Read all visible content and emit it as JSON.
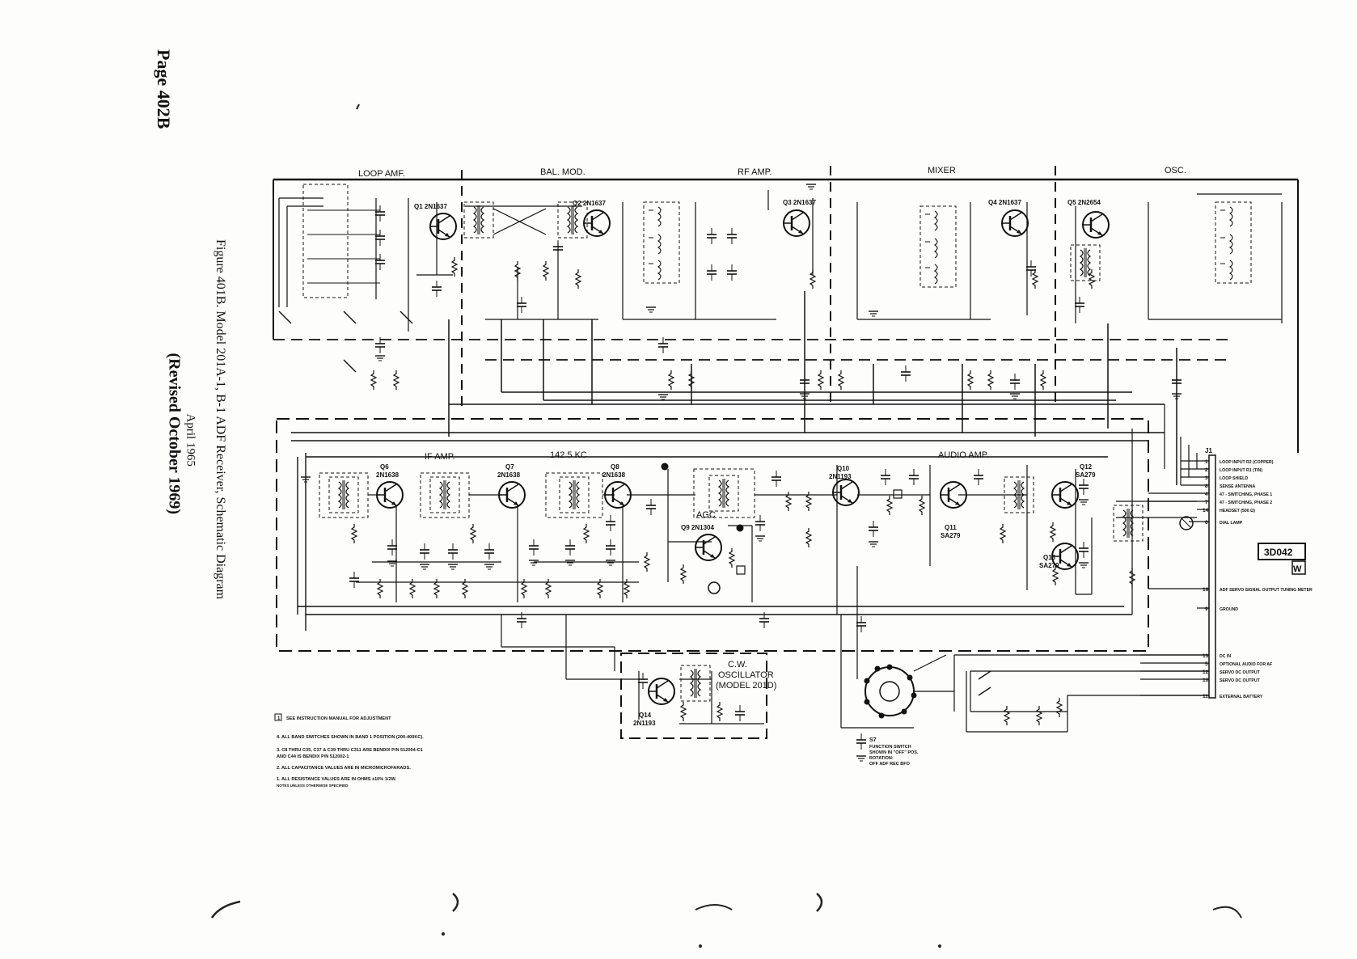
{
  "page_label": "Page 402B",
  "caption": "Figure 401B.  Model 201A-1, B-1 ADF Receiver, Schematic Diagram",
  "date": "April 1965",
  "revised": "(Revised October 1969)",
  "drawing_number": "3D042",
  "drawing_mark": "W",
  "sections": {
    "loop_amp": "LOOP AMF.",
    "bal_mod": "BAL. MOD.",
    "rf_amp": "RF AMP.",
    "mixer": "MIXER",
    "osc": "OSC.",
    "if_amp": "IF   AMP.",
    "if_freq": "142.5 KC",
    "audio_amp": "AUDIO       AMP.",
    "agc": "AGC",
    "cw_osc_1": "C.W.",
    "cw_osc_2": "OSCILLATOR",
    "cw_osc_3": "(MODEL 201D)"
  },
  "transistors": [
    {
      "ref": "Q1",
      "type": "2N1637"
    },
    {
      "ref": "Q2",
      "type": "2N1637"
    },
    {
      "ref": "Q3",
      "type": "2N1637"
    },
    {
      "ref": "Q4",
      "type": "2N1637"
    },
    {
      "ref": "Q5",
      "type": "2N2654"
    },
    {
      "ref": "Q6",
      "type": "2N1638"
    },
    {
      "ref": "Q7",
      "type": "2N1638"
    },
    {
      "ref": "Q8",
      "type": "2N1638"
    },
    {
      "ref": "Q9",
      "type": "2N1304"
    },
    {
      "ref": "Q10",
      "type": "2N1193"
    },
    {
      "ref": "Q11",
      "type": "SA279"
    },
    {
      "ref": "Q12",
      "type": "SA279"
    },
    {
      "ref": "Q13",
      "type": "SA279"
    },
    {
      "ref": "Q14",
      "type": "2N1193"
    }
  ],
  "connector": {
    "ref": "J1",
    "pins": [
      {
        "pin": "1",
        "label": "LOOP INPUT R2 (COPPER)"
      },
      {
        "pin": "2",
        "label": "LOOP INPUT R1 (TIN)"
      },
      {
        "pin": "3",
        "label": "LOOP SHIELD"
      },
      {
        "pin": "8",
        "label": "SENSE ANTENNA"
      },
      {
        "pin": "4",
        "label": "47 - SWITCHING, PHASE 1"
      },
      {
        "pin": "7",
        "label": "47 - SWITCHING, PHASE 2"
      },
      {
        "pin": "14",
        "label": "HEADSET (500 Ω)"
      },
      {
        "pin": "6",
        "label": "DIAL LAMP"
      },
      {
        "pin": "16",
        "label": "ADF SERVO SIGNAL OUTPUT TUNING METER"
      },
      {
        "pin": "9",
        "label": "GROUND"
      },
      {
        "pin": "13",
        "label": "DC IN"
      },
      {
        "pin": "5",
        "label": "OPTIONAL AUDIO FOR AF"
      },
      {
        "pin": "12",
        "label": "SERVO DC OUTPUT"
      },
      {
        "pin": "10",
        "label": "SERVO DC OUTPUT"
      },
      {
        "pin": "11",
        "label": "EXTERNAL BATTERY"
      }
    ]
  },
  "switch": {
    "ref": "S7",
    "lines": [
      "FUNCTION SWITCH",
      "SHOWN IN \"OFF\" POS.",
      "ROTATION:",
      "OFF ADF REC BFO"
    ]
  },
  "notes": [
    "SEE INSTRUCTION MANUAL FOR ADJUSTMENT",
    "4.  ALL BAND SWITCHES SHOWN IN BAND 1 POSITION (200-400KC).",
    "3.  C8 THRU C35, C37 & C39 THRU C311 ARE BENDIX  P/N 512004-C1",
    "     AND C44 IS BENDIX  P/N 512002-1",
    "2.  ALL CAPACITANCE VALUES ARE IN MICROMICROFARADS.",
    "1.  ALL RESISTANCE VALUES ARE IN OHMS ±10% 1/2W.",
    "NOTES UNLESS OTHERWISE SPECIFIED"
  ],
  "colors": {
    "ink": "#111111",
    "paper": "#fdfdfc"
  }
}
